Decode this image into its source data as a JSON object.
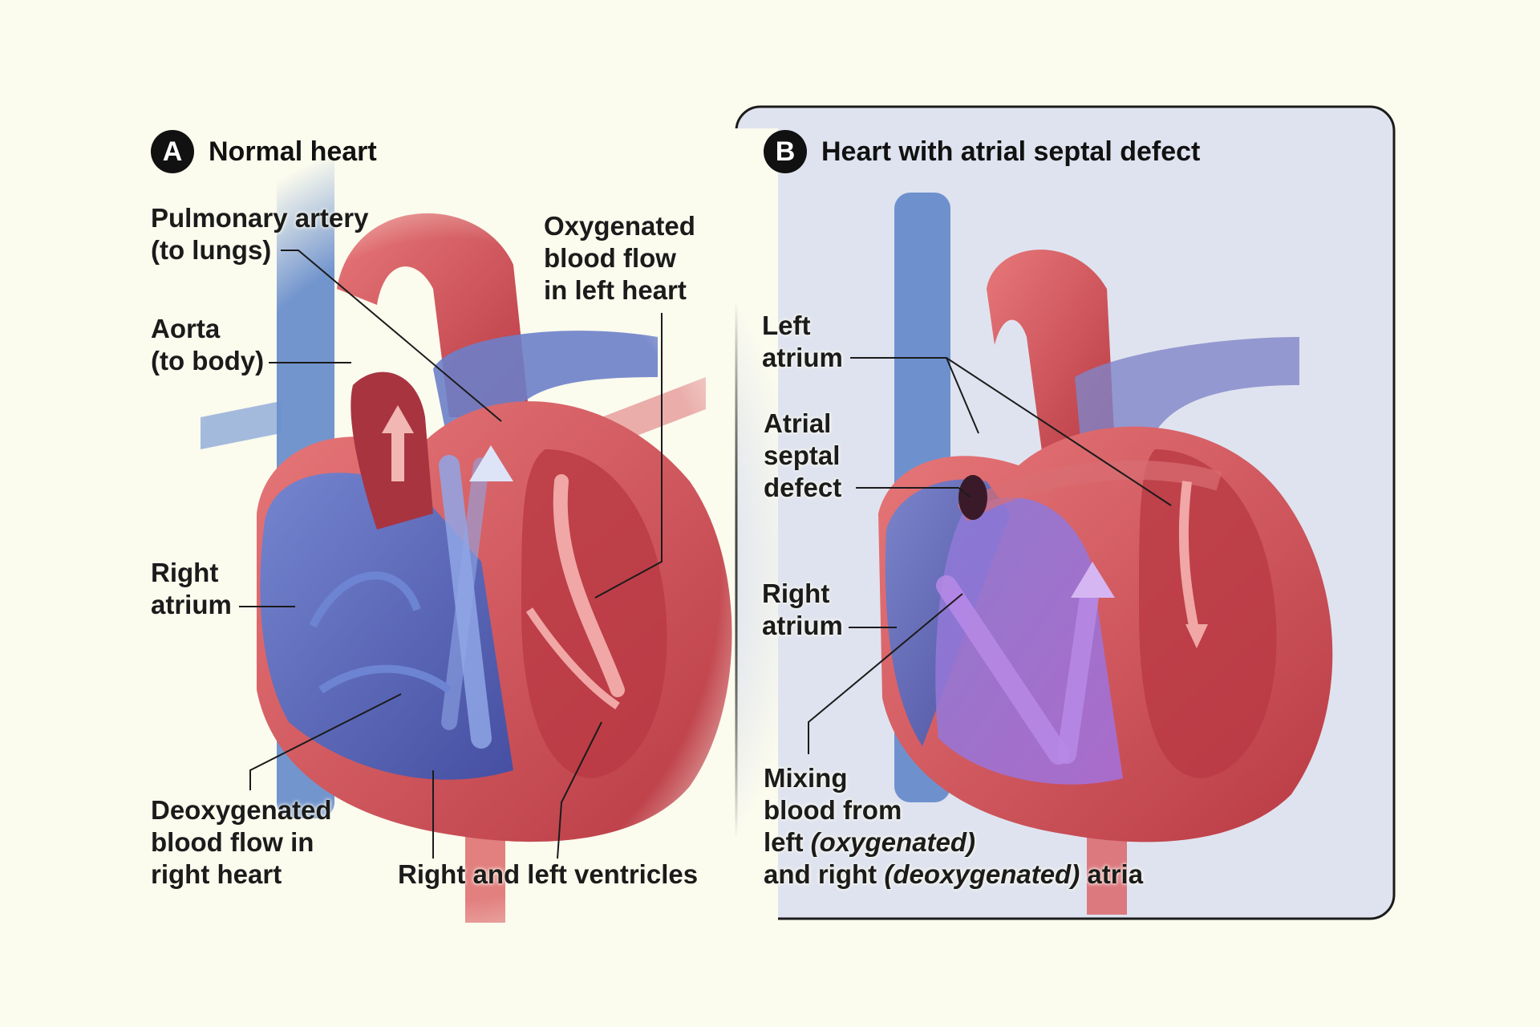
{
  "panel_a": {
    "badge": "A",
    "title": "Normal heart",
    "labels": {
      "pulmonary_artery": [
        "Pulmonary artery",
        "(to lungs)"
      ],
      "aorta": [
        "Aorta",
        "(to body)"
      ],
      "oxygenated_flow": [
        "Oxygenated",
        "blood flow",
        "in left heart"
      ],
      "right_atrium": [
        "Right",
        "atrium"
      ],
      "deoxygenated_flow": [
        "Deoxygenated",
        "blood flow in",
        "right heart"
      ],
      "ventricles": "Right and left ventricles"
    }
  },
  "panel_b": {
    "badge": "B",
    "title": "Heart with atrial septal defect",
    "labels": {
      "left_atrium": [
        "Left",
        "atrium"
      ],
      "septal_defect": [
        "Atrial",
        "septal",
        "defect"
      ],
      "right_atrium": [
        "Right",
        "atrium"
      ],
      "mixing": {
        "line1": "Mixing",
        "line2": "blood from",
        "line3_prefix": "left ",
        "line3_italic": "(oxygenated)",
        "line4_prefix": "and right ",
        "line4_italic": "(deoxygenated)",
        "line4_suffix": " atria"
      }
    }
  },
  "colors": {
    "background": "#fbfbee",
    "oxygenated_red": "#d9555a",
    "deoxygenated_blue": "#5a6fc4",
    "mixed_purple": "#9a6fd9",
    "vessel_blue": "#5b83c8"
  }
}
